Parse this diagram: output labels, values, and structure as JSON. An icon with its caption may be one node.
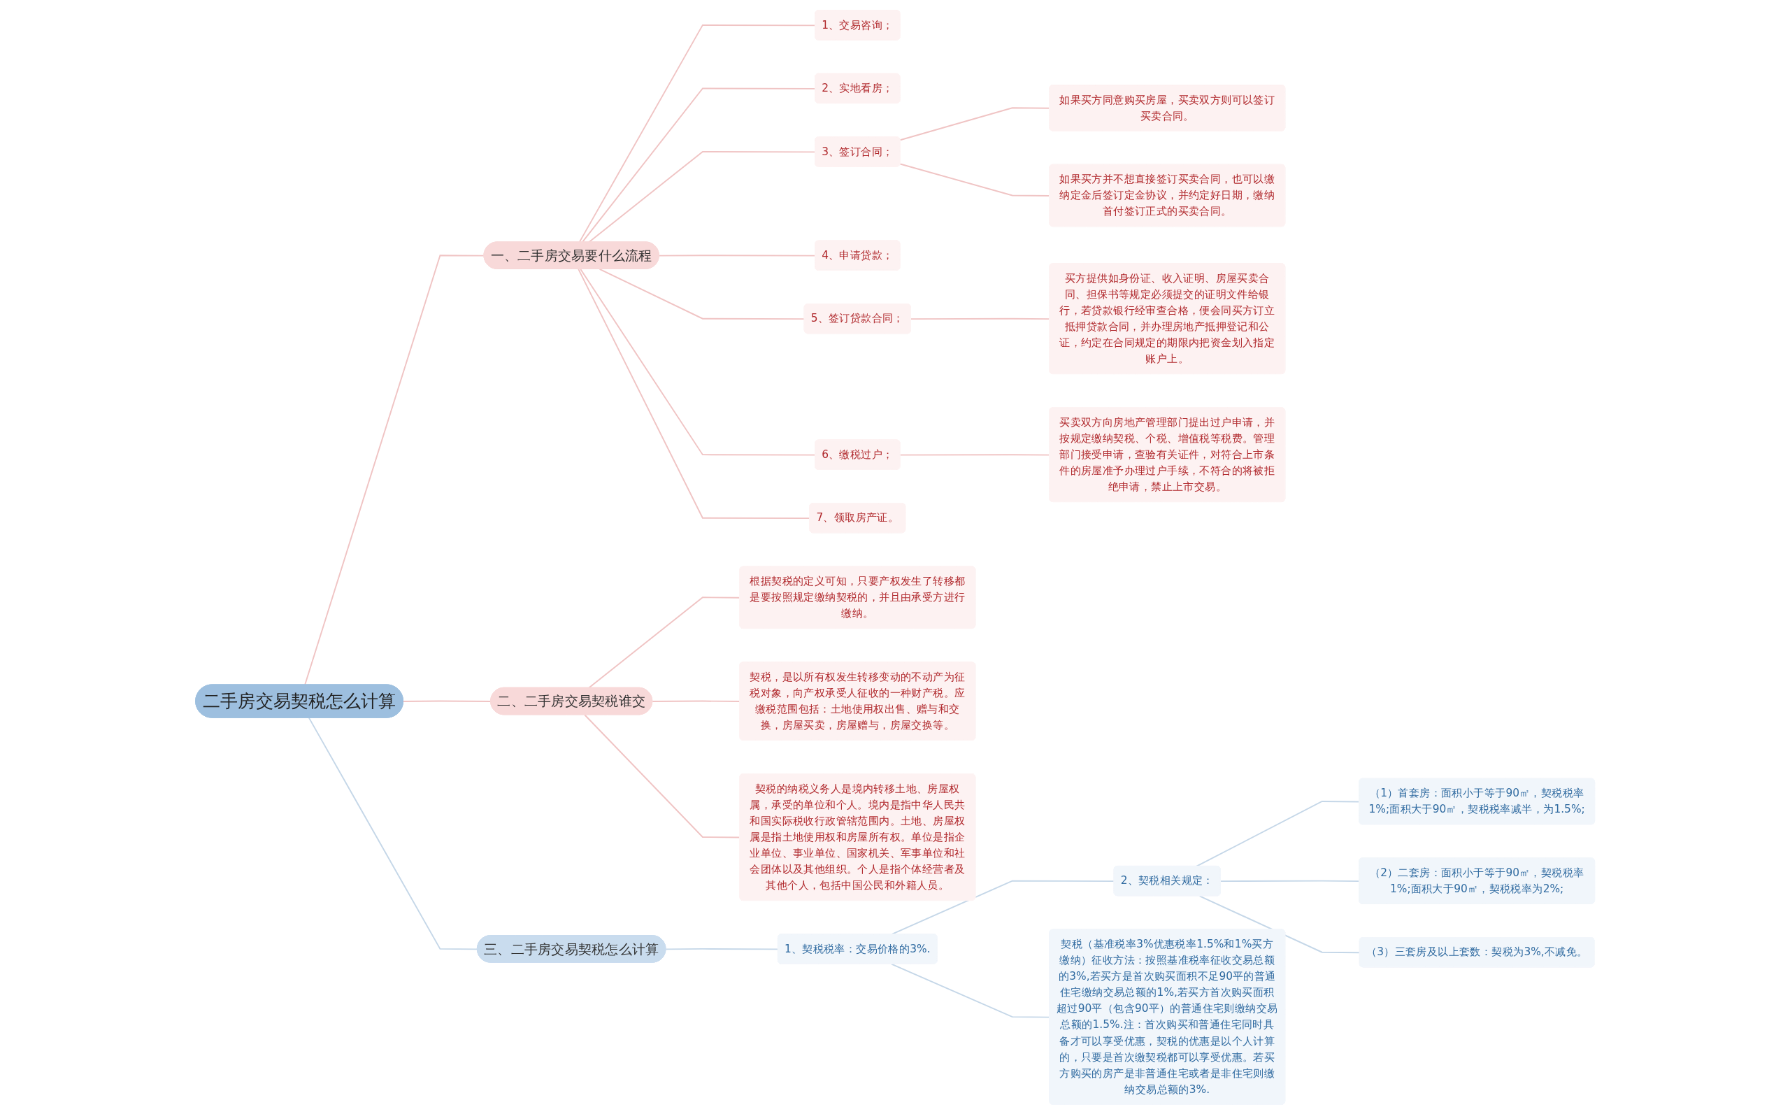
{
  "diagram": {
    "nodes": [
      {
        "text": [
          "二手房交易契税怎么计算"
        ]
      },
      {
        "text": [
          "一、二手房交易要什么流程"
        ]
      },
      {
        "text": [
          "1、交易咨询；"
        ]
      },
      {
        "text": [
          "2、实地看房；"
        ]
      },
      {
        "text": [
          "3、签订合同；"
        ]
      },
      {
        "text": [
          "如果买方同意购买房屋，买卖双方则可以签订买卖合同。"
        ]
      },
      {
        "text": [
          "如果买方并不想直接签订买卖合同，也可以缴纳定金后签订定金协议，并约定好日期，缴纳首付签订正式的买卖合同。"
        ]
      },
      {
        "text": [
          "4、申请贷款；"
        ]
      },
      {
        "text": [
          "5、签订贷款合同；"
        ]
      },
      {
        "text": [
          "买方提供如身份证、收入证明、房屋买卖合同、担保书等规定必须提交的证明文件给银行，若贷款银行经审查合格，便会同买方订立抵押贷款合同，并办理房地产抵押登记和公证，约定在合同规定的期限内把资金划入指定账户上。"
        ]
      },
      {
        "text": [
          "6、缴税过户；"
        ]
      },
      {
        "text": [
          "买卖双方向房地产管理部门提出过户申请，并按规定缴纳契税、个税、增值税等税费。管理部门接受申请，查验有关证件，对符合上市条件的房屋准予办理过户手续，不符合的将被拒绝申请，禁止上市交易。"
        ]
      },
      {
        "text": [
          "7、领取房产证。"
        ]
      },
      {
        "text": [
          "二、二手房交易契税谁交"
        ]
      },
      {
        "text": [
          "根据契税的定义可知，只要产权发生了转移都是要按照规定缴纳契税的，并且由承受方进行缴纳。"
        ]
      },
      {
        "text": [
          "契税，是以所有权发生转移变动的不动产为征税对象，向产权承受人征收的一种财产税。应缴税范围包括：土地使用权出售、赠与和交换，房屋买卖，房屋赠与，房屋交换等。"
        ]
      },
      {
        "text": [
          "契税的纳税义务人是境内转移土地、房屋权属，承受的单位和个人。境内是指中华人民共和国实际税收行政管辖范围内。土地、房屋权属是指土地使用权和房屋所有权。单位是指企业单位、事业单位、国家机关、军事单位和社会团体以及其他组织。个人是指个体经营者及其他个人，包括中国公民和外籍人员。"
        ]
      },
      {
        "text": [
          "三、二手房交易契税怎么计算"
        ]
      },
      {
        "text": [
          "1、契税税率：交易价格的3%."
        ]
      },
      {
        "text": [
          "2、契税相关规定："
        ]
      },
      {
        "text": [
          "（1）首套房：面积小于等于90㎡，契税税率1%;面积大于90㎡，契税税率减半，为1.5%;"
        ]
      },
      {
        "text": [
          "（2）二套房：面积小于等于90㎡，契税税率1%;面积大于90㎡，契税税率为2%;"
        ]
      },
      {
        "text": [
          "（3）三套房及以上套数：契税为3%,不减免。"
        ]
      },
      {
        "text": [
          "契税（基准税率3%优惠税率1.5%和1%买方缴纳）征收方法：按照基准税率征收交易总额的3%,若买方是首次购买面积不足90平的普通住宅缴纳交易总额的1%,若买方首次购买面积超过90平（包含90平）的普通住宅则缴纳交易总额的1.5%.注：首次购买和普通住宅同时具备才可以享受优惠，契税的优惠是以个人计算的，只要是首次缴契税都可以享受优惠。若买方购买的房产是非普通住宅或者是非住宅则缴纳交易总额的3%."
        ]
      }
    ],
    "edges": [
      {
        "from": 0,
        "to": 1,
        "arrow": "none"
      },
      {
        "from": 1,
        "to": 2,
        "arrow": "none"
      },
      {
        "from": 1,
        "to": 3,
        "arrow": "none"
      },
      {
        "from": 1,
        "to": 4,
        "arrow": "none"
      },
      {
        "from": 4,
        "to": 5,
        "arrow": "none"
      },
      {
        "from": 4,
        "to": 6,
        "arrow": "none"
      },
      {
        "from": 1,
        "to": 7,
        "arrow": "none"
      },
      {
        "from": 1,
        "to": 8,
        "arrow": "none"
      },
      {
        "from": 8,
        "to": 9,
        "arrow": "none"
      },
      {
        "from": 1,
        "to": 10,
        "arrow": "none"
      },
      {
        "from": 10,
        "to": 11,
        "arrow": "none"
      },
      {
        "from": 1,
        "to": 12,
        "arrow": "none"
      },
      {
        "from": 0,
        "to": 13,
        "arrow": "none"
      },
      {
        "from": 13,
        "to": 14,
        "arrow": "none"
      },
      {
        "from": 13,
        "to": 15,
        "arrow": "none"
      },
      {
        "from": 13,
        "to": 16,
        "arrow": "none"
      },
      {
        "from": 0,
        "to": 17,
        "arrow": "none",
        "color": "#c5d7e8"
      },
      {
        "from": 17,
        "to": 18,
        "arrow": "none",
        "color": "#c5d7e8"
      },
      {
        "from": 18,
        "to": 19,
        "arrow": "none",
        "color": "#c5d7e8"
      },
      {
        "from": 19,
        "to": 20,
        "arrow": "none",
        "color": "#c5d7e8"
      },
      {
        "from": 19,
        "to": 21,
        "arrow": "none",
        "color": "#c5d7e8"
      },
      {
        "from": 19,
        "to": 22,
        "arrow": "none",
        "color": "#c5d7e8"
      },
      {
        "from": 18,
        "to": 23,
        "arrow": "none",
        "color": "#c5d7e8"
      }
    ]
  }
}
